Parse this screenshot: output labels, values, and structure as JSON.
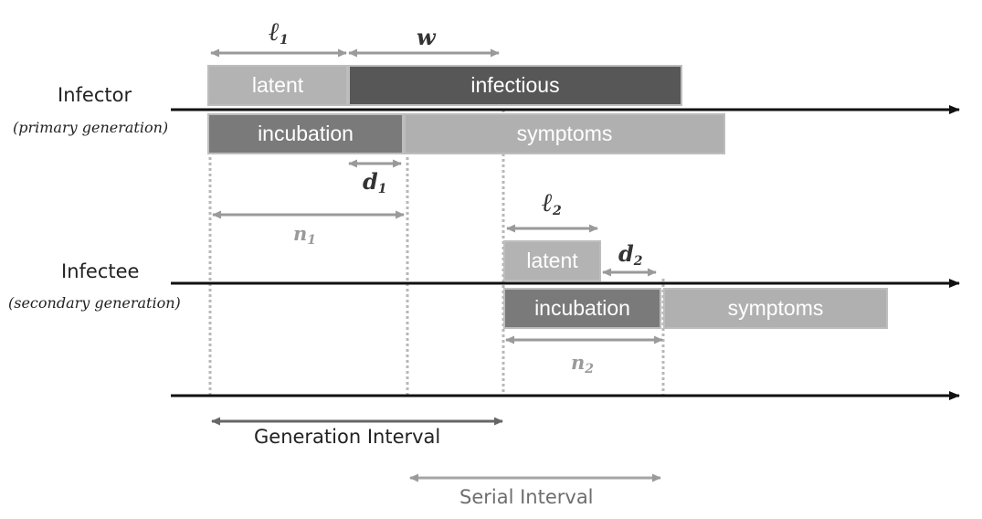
{
  "infector": {
    "title": "Infector",
    "subtitle": "(primary generation)"
  },
  "infectee": {
    "title": "Infectee",
    "subtitle": "(secondary generation)"
  },
  "bars": {
    "primary_latent": "latent",
    "primary_infectious": "infectious",
    "primary_incubation": "incubation",
    "primary_symptoms": "symptoms",
    "secondary_latent": "latent",
    "secondary_incubation": "incubation",
    "secondary_symptoms": "symptoms"
  },
  "variables": {
    "l1": {
      "base": "ℓ",
      "sub": "1"
    },
    "w": {
      "base": "w"
    },
    "d1": {
      "base": "d",
      "sub": "1"
    },
    "n1": {
      "base": "n",
      "sub": "1"
    },
    "l2": {
      "base": "ℓ",
      "sub": "2"
    },
    "d2": {
      "base": "d",
      "sub": "2"
    },
    "n2": {
      "base": "n",
      "sub": "2"
    }
  },
  "intervals": {
    "generation": "Generation Interval",
    "serial": "Serial Interval"
  },
  "colors": {
    "latent": "#b3b3b3",
    "infectious": "#575757",
    "incubation": "#7a7a7a",
    "symptoms": "#b0b0b0",
    "axis": "#111111",
    "guide": "#b8b8b8",
    "generation_arrow": "#666666",
    "serial_arrow": "#a5a5a5"
  }
}
